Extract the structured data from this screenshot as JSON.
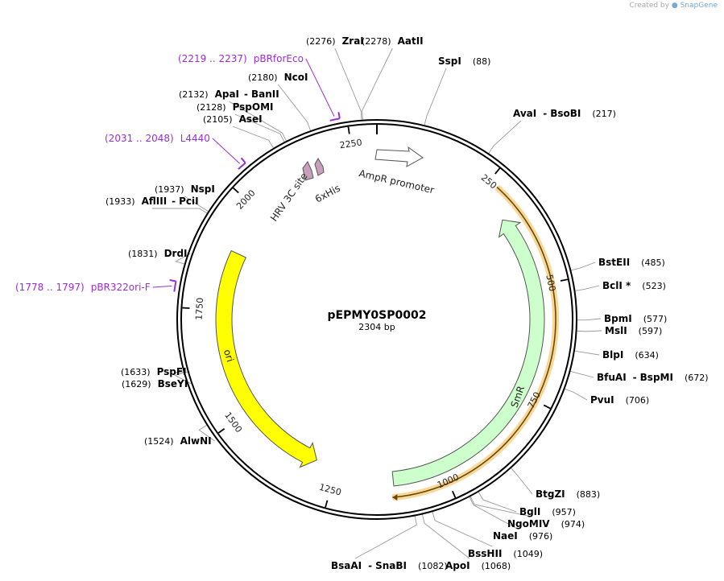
{
  "watermark": {
    "prefix": "Created by",
    "brand": "SnapGene"
  },
  "plasmid": {
    "name": "pEPMY0SP0002",
    "size_label": "2304 bp",
    "length": 2304
  },
  "colors": {
    "backbone": "#000000",
    "ori": "#ffff00",
    "smr": "#ccffcc",
    "ampr_promoter": "#ffffff",
    "tag": "#c9a0b9",
    "highlight": "#f5c66f",
    "primer": "#9a2ed1",
    "leader": "#999999"
  },
  "ticks": [
    {
      "pos": 250,
      "label": "250"
    },
    {
      "pos": 500,
      "label": "500"
    },
    {
      "pos": 750,
      "label": "750"
    },
    {
      "pos": 1000,
      "label": "1000"
    },
    {
      "pos": 1250,
      "label": "1250"
    },
    {
      "pos": 1500,
      "label": "1500"
    },
    {
      "pos": 1750,
      "label": "1750"
    },
    {
      "pos": 2000,
      "label": "2000"
    },
    {
      "pos": 2250,
      "label": "2250"
    }
  ],
  "features": [
    {
      "name": "SmR",
      "start": 330,
      "end": 1115,
      "direction": "reverse",
      "color": "smr"
    },
    {
      "name": "ori",
      "start": 1300,
      "end": 1890,
      "direction": "reverse",
      "color": "ori"
    },
    {
      "name": "AmpR promoter",
      "start": 0,
      "end": 75,
      "direction": "forward",
      "color": "ampr_promoter"
    },
    {
      "name": "HRV 3C site",
      "start": 2215,
      "end": 2238,
      "direction": "reverse",
      "color": "tag"
    },
    {
      "name": "6xHis",
      "start": 2245,
      "end": 2263,
      "direction": "reverse",
      "color": "tag"
    }
  ],
  "orf": {
    "start": 270,
    "end": 1120
  },
  "sites": [
    {
      "name": "SspI",
      "pos": 88,
      "pos_label": "(88)"
    },
    {
      "name": "AvaI",
      "name2": "BsoBI",
      "pos": 217,
      "pos_label": "(217)"
    },
    {
      "name": "BstEII",
      "pos": 485,
      "pos_label": "(485)"
    },
    {
      "name": "BclI *",
      "pos": 523,
      "pos_label": "(523)"
    },
    {
      "name": "BpmI",
      "pos": 577,
      "pos_label": "(577)"
    },
    {
      "name": "MslI",
      "pos": 597,
      "pos_label": "(597)"
    },
    {
      "name": "BlpI",
      "pos": 634,
      "pos_label": "(634)"
    },
    {
      "name": "BfuAI",
      "name2": "BspMI",
      "pos": 672,
      "pos_label": "(672)"
    },
    {
      "name": "PvuI",
      "pos": 706,
      "pos_label": "(706)"
    },
    {
      "name": "BtgZI",
      "pos": 883,
      "pos_label": "(883)"
    },
    {
      "name": "BglI",
      "pos": 957,
      "pos_label": "(957)"
    },
    {
      "name": "NgoMIV",
      "pos": 974,
      "pos_label": "(974)"
    },
    {
      "name": "NaeI",
      "pos": 976,
      "pos_label": "(976)"
    },
    {
      "name": "BssHII",
      "pos": 1049,
      "pos_label": "(1049)"
    },
    {
      "name": "ApoI",
      "pos": 1068,
      "pos_label": "(1068)"
    },
    {
      "name": "BsaAI",
      "name2": "SnaBI",
      "pos": 1082,
      "pos_label": "(1082)"
    },
    {
      "name": "AlwNI",
      "pos": 1524,
      "pos_label": "(1524)"
    },
    {
      "name": "BseYI",
      "pos": 1629,
      "pos_label": "(1629)"
    },
    {
      "name": "PspFI",
      "pos": 1633,
      "pos_label": "(1633)"
    },
    {
      "name": "DrdI",
      "pos": 1831,
      "pos_label": "(1831)"
    },
    {
      "name": "AflIII",
      "name2": "PciI",
      "pos": 1933,
      "pos_label": "(1933)"
    },
    {
      "name": "NspI",
      "pos": 1937,
      "pos_label": "(1937)"
    },
    {
      "name": "AseI",
      "pos": 2105,
      "pos_label": "(2105)"
    },
    {
      "name": "PspOMI",
      "pos": 2128,
      "pos_label": "(2128)"
    },
    {
      "name": "ApaI",
      "name2": "BanII",
      "pos": 2132,
      "pos_label": "(2132)"
    },
    {
      "name": "NcoI",
      "pos": 2180,
      "pos_label": "(2180)"
    },
    {
      "name": "ZraI",
      "pos": 2276,
      "pos_label": "(2276)"
    },
    {
      "name": "AatII",
      "pos": 2278,
      "pos_label": "(2278)"
    }
  ],
  "primers": [
    {
      "name": "pBRforEco",
      "range": "(2219 .. 2237)",
      "start": 2219,
      "end": 2237
    },
    {
      "name": "L4440",
      "range": "(2031 .. 2048)",
      "start": 2031,
      "end": 2048
    },
    {
      "name": "pBR322ori-F",
      "range": "(1778 .. 1797)",
      "start": 1778,
      "end": 1797
    }
  ]
}
